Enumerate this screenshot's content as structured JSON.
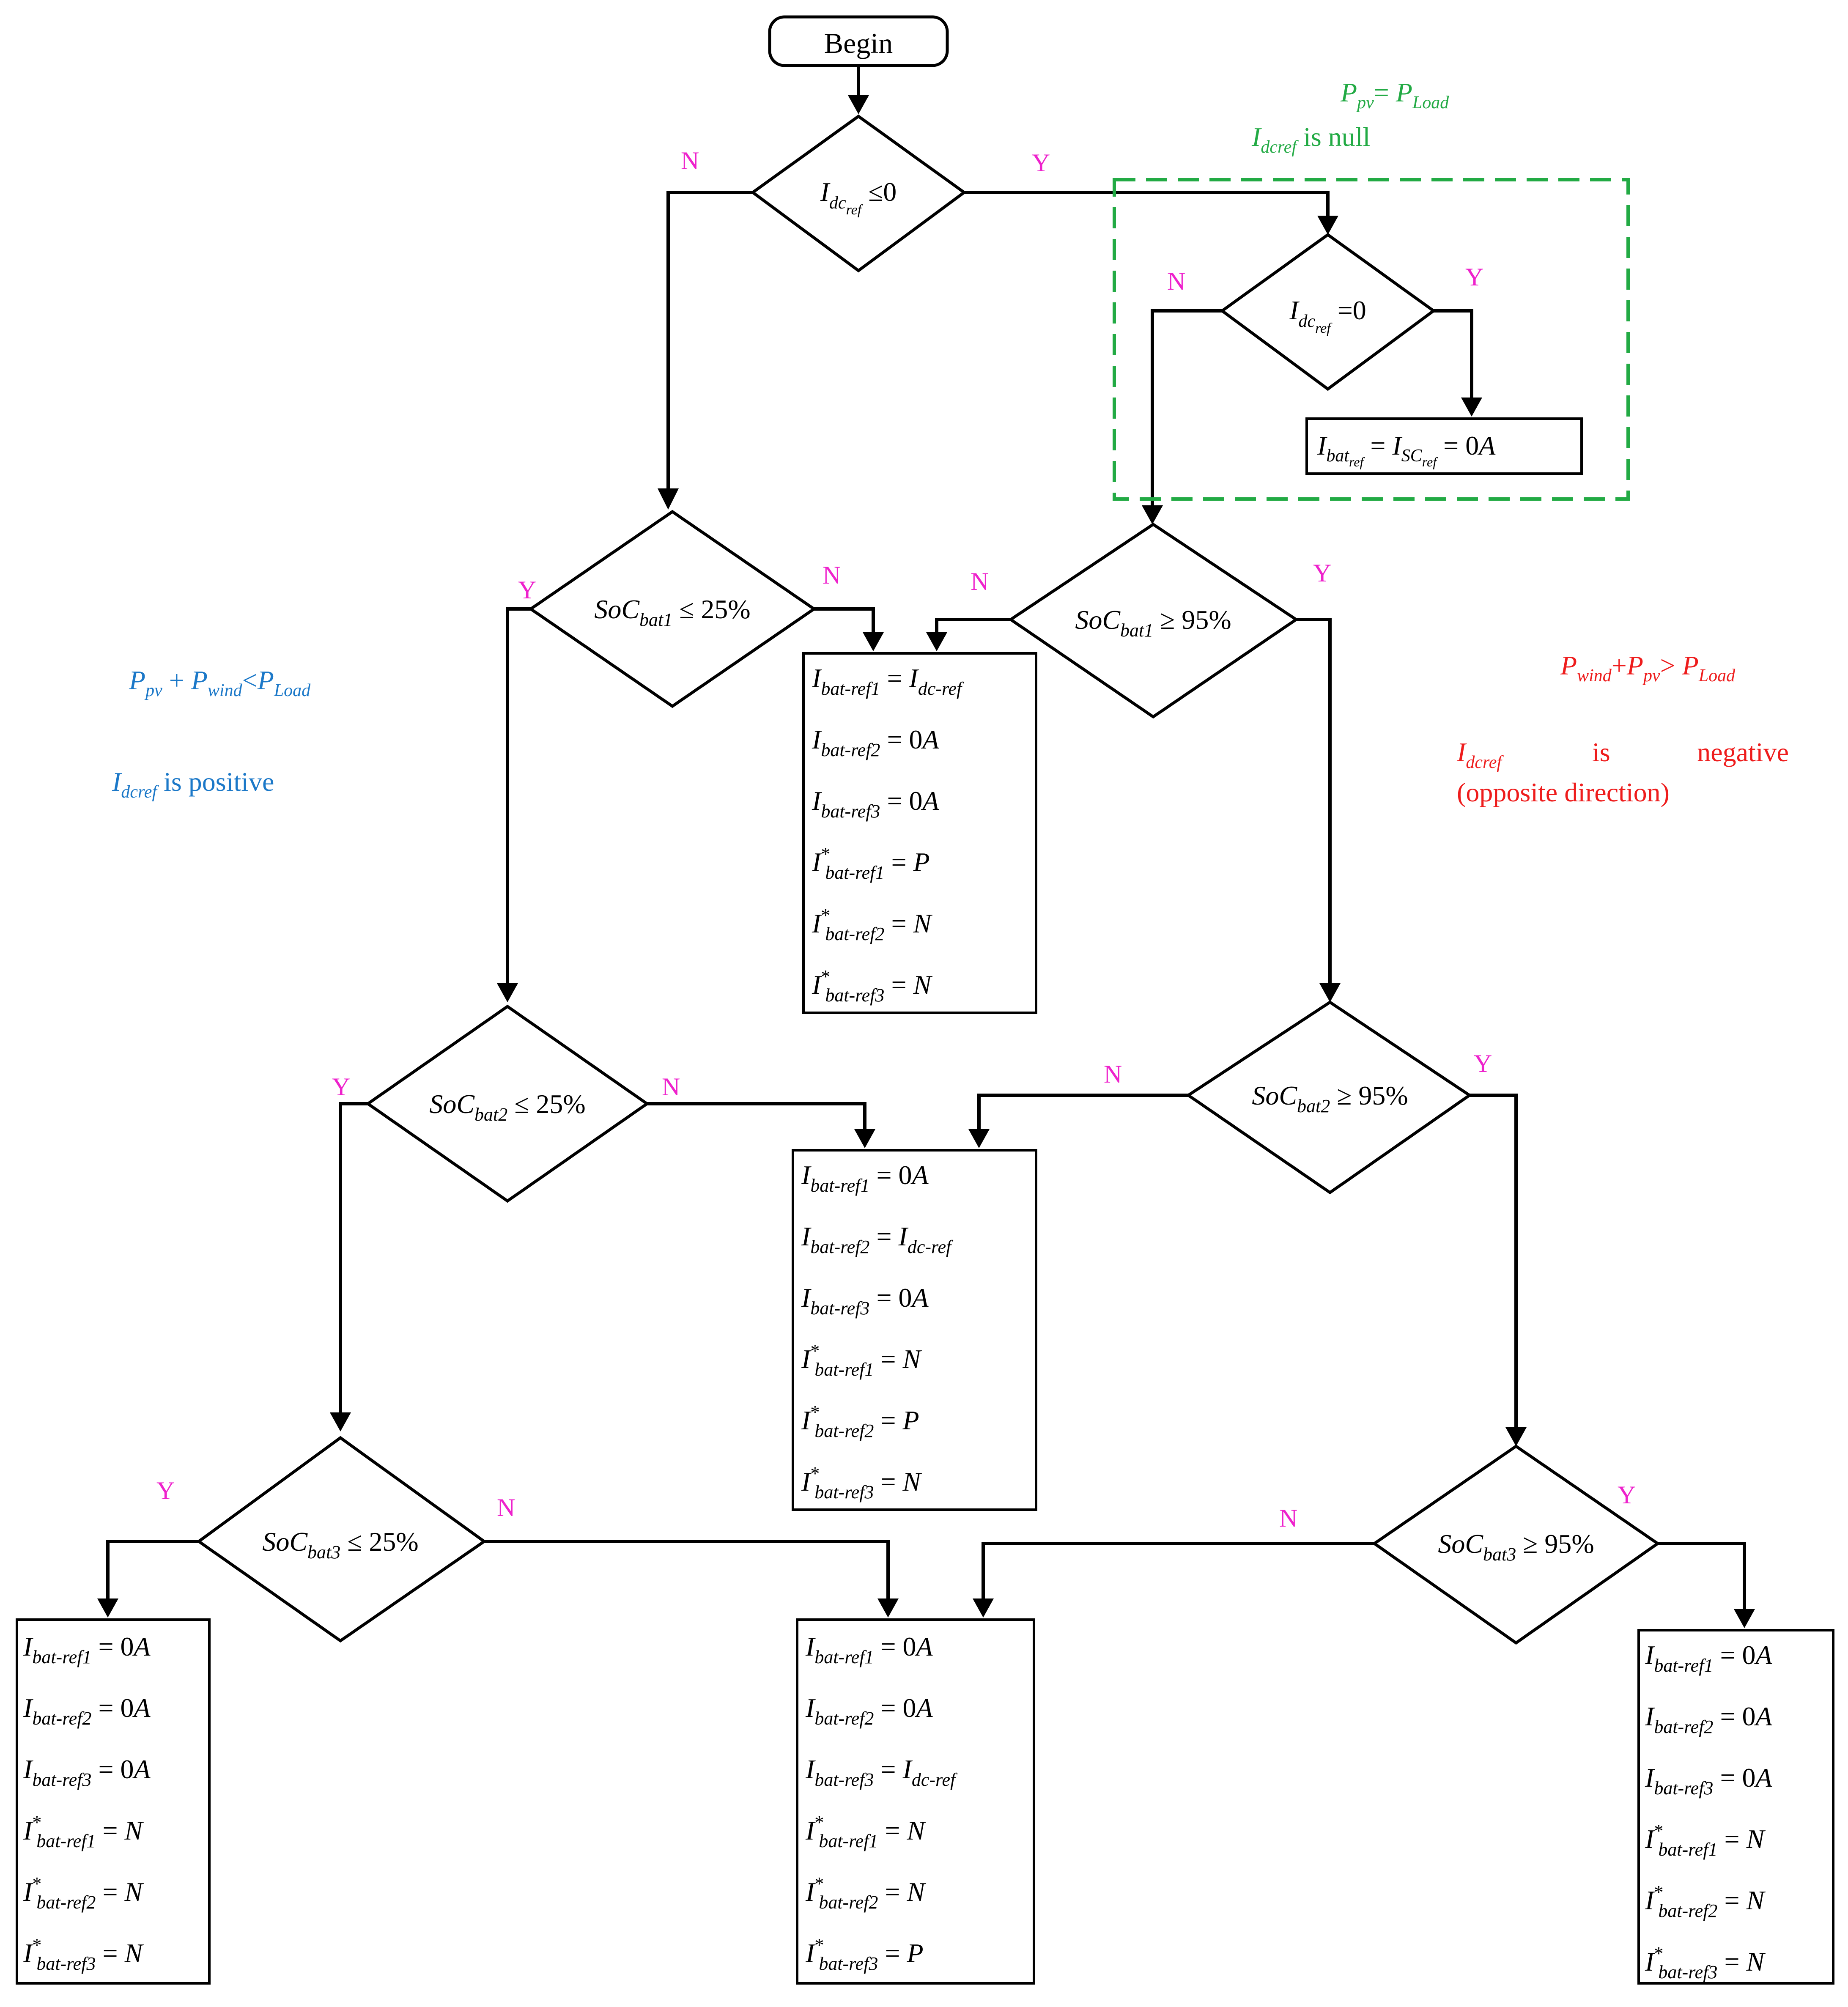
{
  "colors": {
    "line": "#000000",
    "yn": "#ee22cc",
    "green": "#22aa44",
    "blue": "#1b78c8",
    "red": "#ee1c1c"
  },
  "start": {
    "label": "Begin"
  },
  "annotations": {
    "green_title": "P_pv = P_Load",
    "green_sub_var": "I_dcref",
    "green_sub_text": "is null",
    "blue_title": "P_pv + P_wind < P_Load",
    "blue_sub_var": "I_dcref",
    "blue_sub_text": "is positive",
    "red_title": "P_wind + P_pv > P_Load",
    "red_sub_var": "I_dcref",
    "red_sub_text_1": "is",
    "red_sub_text_2": "negative",
    "red_sub_text_3": "(opposite direction)"
  },
  "labels": {
    "yes": "Y",
    "no": "N"
  },
  "decisions": {
    "d1": "I_dc_ref ≤ 0",
    "d2": "I_dc_ref = 0",
    "l1": "SoC_bat1 ≤ 25%",
    "l2": "SoC_bat2 ≤ 25%",
    "l3": "SoC_bat3 ≤ 25%",
    "r1": "SoC_bat1 ≥ 95%",
    "r2": "SoC_bat2 ≥ 95%",
    "r3": "SoC_bat3 ≥ 95%"
  },
  "boxes": {
    "null_box": "I_bat_ref = I_SC_ref = 0A",
    "box1": [
      "I_bat-ref1 = I_dc-ref",
      "I_bat-ref2 = 0A",
      "I_bat-ref3 = 0A",
      "I*_bat-ref1 = P",
      "I*_bat-ref2 = N",
      "I*_bat-ref3 = N"
    ],
    "box2": [
      "I_bat-ref1 = 0A",
      "I_bat-ref2 = I_dc-ref",
      "I_bat-ref3 = 0A",
      "I*_bat-ref1 = N",
      "I*_bat-ref2 = P",
      "I*_bat-ref3 = N"
    ],
    "box3": [
      "I_bat-ref1 = 0A",
      "I_bat-ref2 = 0A",
      "I_bat-ref3 = I_dc-ref",
      "I*_bat-ref1 = N",
      "I*_bat-ref2 = N",
      "I*_bat-ref3 = P"
    ],
    "box_left": [
      "I_bat-ref1 = 0A",
      "I_bat-ref2 = 0A",
      "I_bat-ref3 = 0A",
      "I*_bat-ref1 = N",
      "I*_bat-ref2 = N",
      "I*_bat-ref3 = N"
    ],
    "box_right": [
      "I_bat-ref1 = 0A",
      "I_bat-ref2 = 0A",
      "I_bat-ref3 = 0A",
      "I*_bat-ref1 = N",
      "I*_bat-ref2 = N",
      "I*_bat-ref3 = N"
    ]
  }
}
